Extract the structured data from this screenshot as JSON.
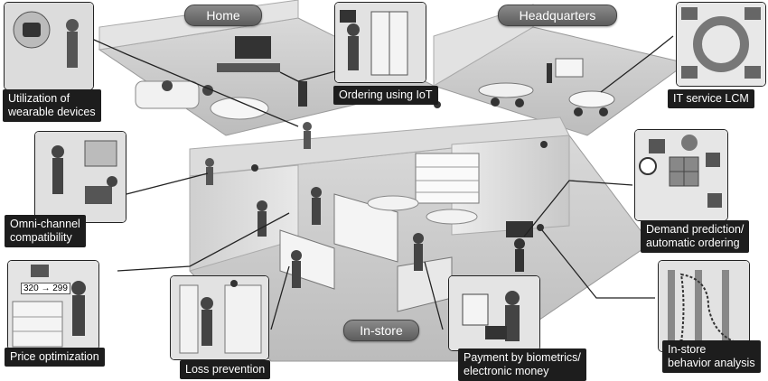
{
  "zones": {
    "home": "Home",
    "headquarters": "Headquarters",
    "instore": "In-store"
  },
  "callouts": {
    "wearable_line1": "Utilization of",
    "wearable_line2": "wearable devices",
    "iot": "Ordering using IoT",
    "itlcm": "IT service LCM",
    "omni_line1": "Omni-channel",
    "omni_line2": "compatibility",
    "demand_line1": "Demand prediction/",
    "demand_line2": "automatic ordering",
    "price": "Price optimization",
    "loss": "Loss prevention",
    "payment_line1": "Payment by biometrics/",
    "payment_line2": "electronic money",
    "behavior_line1": "In-store",
    "behavior_line2": "behavior analysis"
  },
  "price_tag": "320 → 299"
}
